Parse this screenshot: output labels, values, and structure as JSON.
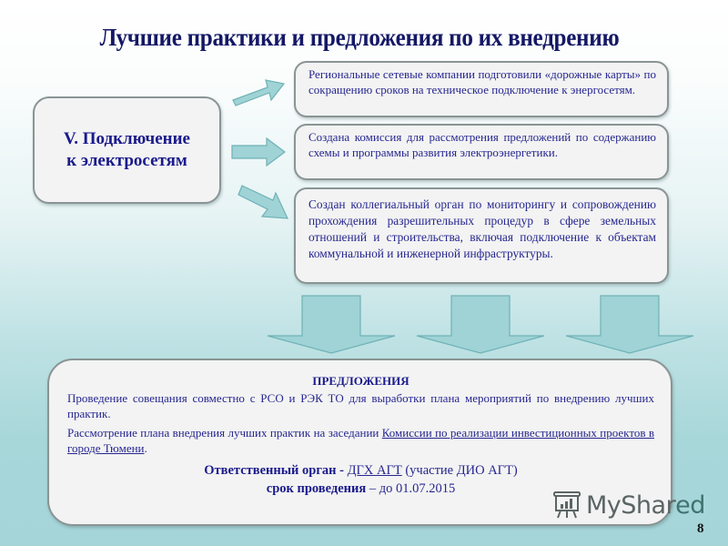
{
  "slide": {
    "title": "Лучшие практики и предложения по их внедрению",
    "page_number": "8"
  },
  "section": {
    "label_line1": "V. Подключение",
    "label_line2": "к электросетям"
  },
  "practices": [
    {
      "text": "Региональные сетевые компании подготовили «дорожные карты» по сокращению сроков на техническое подключение к энергосетям."
    },
    {
      "text": "Создана комиссия для рассмотрения предложений по содержанию схемы и программы развития электроэнергетики."
    },
    {
      "text": "Создан коллегиальный орган по мониторингу и сопровождению прохождения разрешительных процедур в сфере земельных отношений и строительства, включая подключение к объектам коммунальной и инженерной инфраструктуры."
    }
  ],
  "proposals": {
    "heading": "ПРЕДЛОЖЕНИЯ",
    "item1": "Проведение совещания совместно с РСО и РЭК ТО для выработки плана мероприятий по внедрению лучших практик.",
    "item2_prefix": "Рассмотрение плана внедрения лучших практик на заседании ",
    "item2_link": "Комиссии по реализации инвестиционных проектов в городе Тюмени",
    "item2_suffix": ".",
    "responsible_label": "Ответственный орган - ",
    "responsible_link": "ДГХ АГТ",
    "responsible_note": " (участие ДИО АГТ)",
    "deadline_label": "срок проведения",
    "deadline_value": " – до 01.07.2015"
  },
  "watermark": {
    "icon": "presentation-chart-icon",
    "text_main": "MyShar",
    "text_tail": "ed"
  },
  "colors": {
    "arrow_fill": "#9fd3d6",
    "arrow_stroke": "#6fb2b6",
    "box_fill": "#f3f3f3",
    "box_border": "#8a9494",
    "text": "#262690",
    "title": "#141866"
  }
}
